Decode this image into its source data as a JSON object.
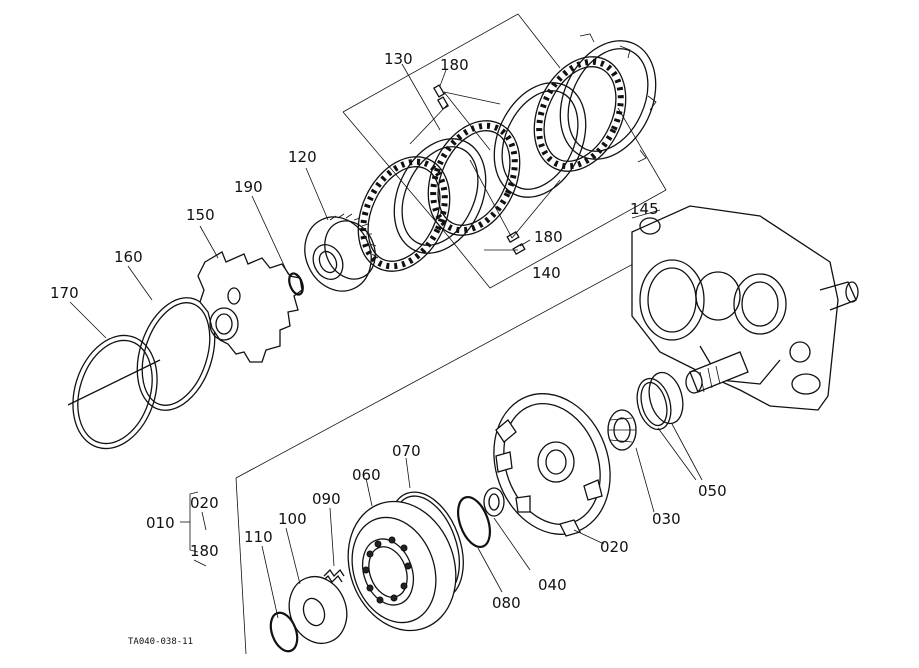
{
  "diagram": {
    "callouts": {
      "p010": "010",
      "p020a": "020",
      "p180a": "180",
      "p020b": "020",
      "p030": "030",
      "p040": "040",
      "p050": "050",
      "p060": "060",
      "p070": "070",
      "p080": "080",
      "p090": "090",
      "p100": "100",
      "p110": "110",
      "p120": "120",
      "p130": "130",
      "p140": "140",
      "p145": "145",
      "p150": "150",
      "p160": "160",
      "p170": "170",
      "p180b": "180",
      "p180c": "180",
      "p190": "190"
    },
    "drawing_code": "TA040-038-11"
  }
}
